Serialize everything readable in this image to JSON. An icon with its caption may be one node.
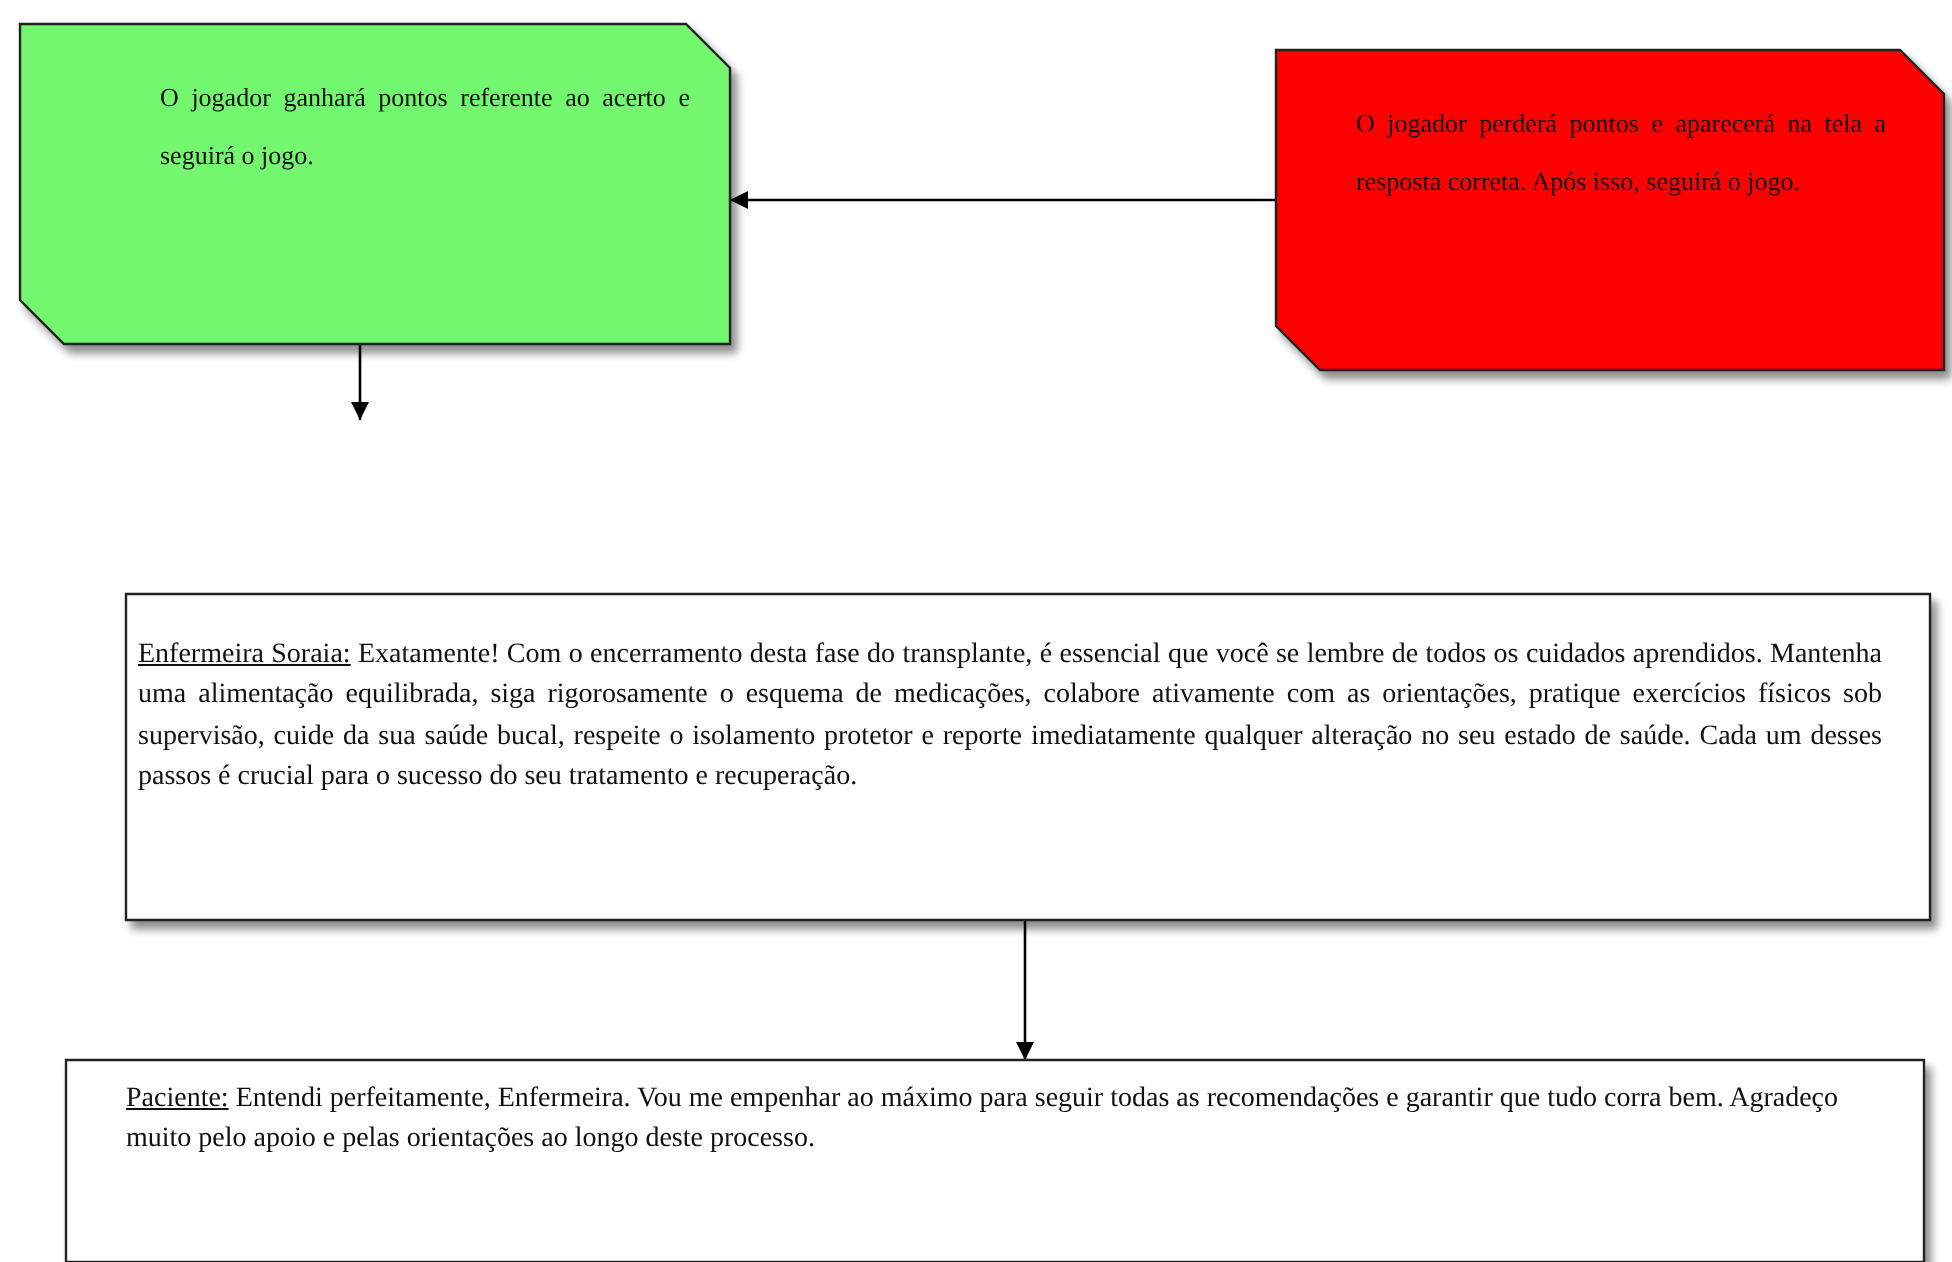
{
  "diagram": {
    "nodes": [
      {
        "text": [
          "O jogador ganhará pontos referente ao acerto e seguirá o jogo."
        ]
      },
      {
        "text": [
          "O jogador perderá pontos e aparecerá na tela a resposta correta. Após isso, seguirá o jogo."
        ]
      },
      {
        "text": [
          "Enfermeira Soraia:",
          "Exatamente! Com o encerramento desta fase do transplante, é essencial que você se lembre de todos os cuidados aprendidos. Mantenha uma alimentação equilibrada, siga rigorosamente o esquema de medicações, colabore ativamente com as orientações, pratique exercícios físicos sob supervisão, cuide da sua saúde bucal, respeite o isolamento protetor e reporte imediatamente qualquer alteração no seu estado de saúde. Cada um desses passos é crucial para o sucesso do seu tratamento e recuperação."
        ]
      },
      {
        "text": [
          "Paciente:",
          "Entendi perfeitamente, Enfermeira. Vou me empenhar ao máximo para seguir todas as recomendações e garantir que tudo corra bem. Agradeço muito pelo apoio e pelas orientações ao longo deste processo."
        ]
      }
    ],
    "edges": [
      {
        "from": 1,
        "to": 0,
        "arrow": "to"
      },
      {
        "from": 0,
        "to": null,
        "arrow": "to"
      },
      {
        "from": 2,
        "to": 3,
        "arrow": "to"
      }
    ]
  }
}
